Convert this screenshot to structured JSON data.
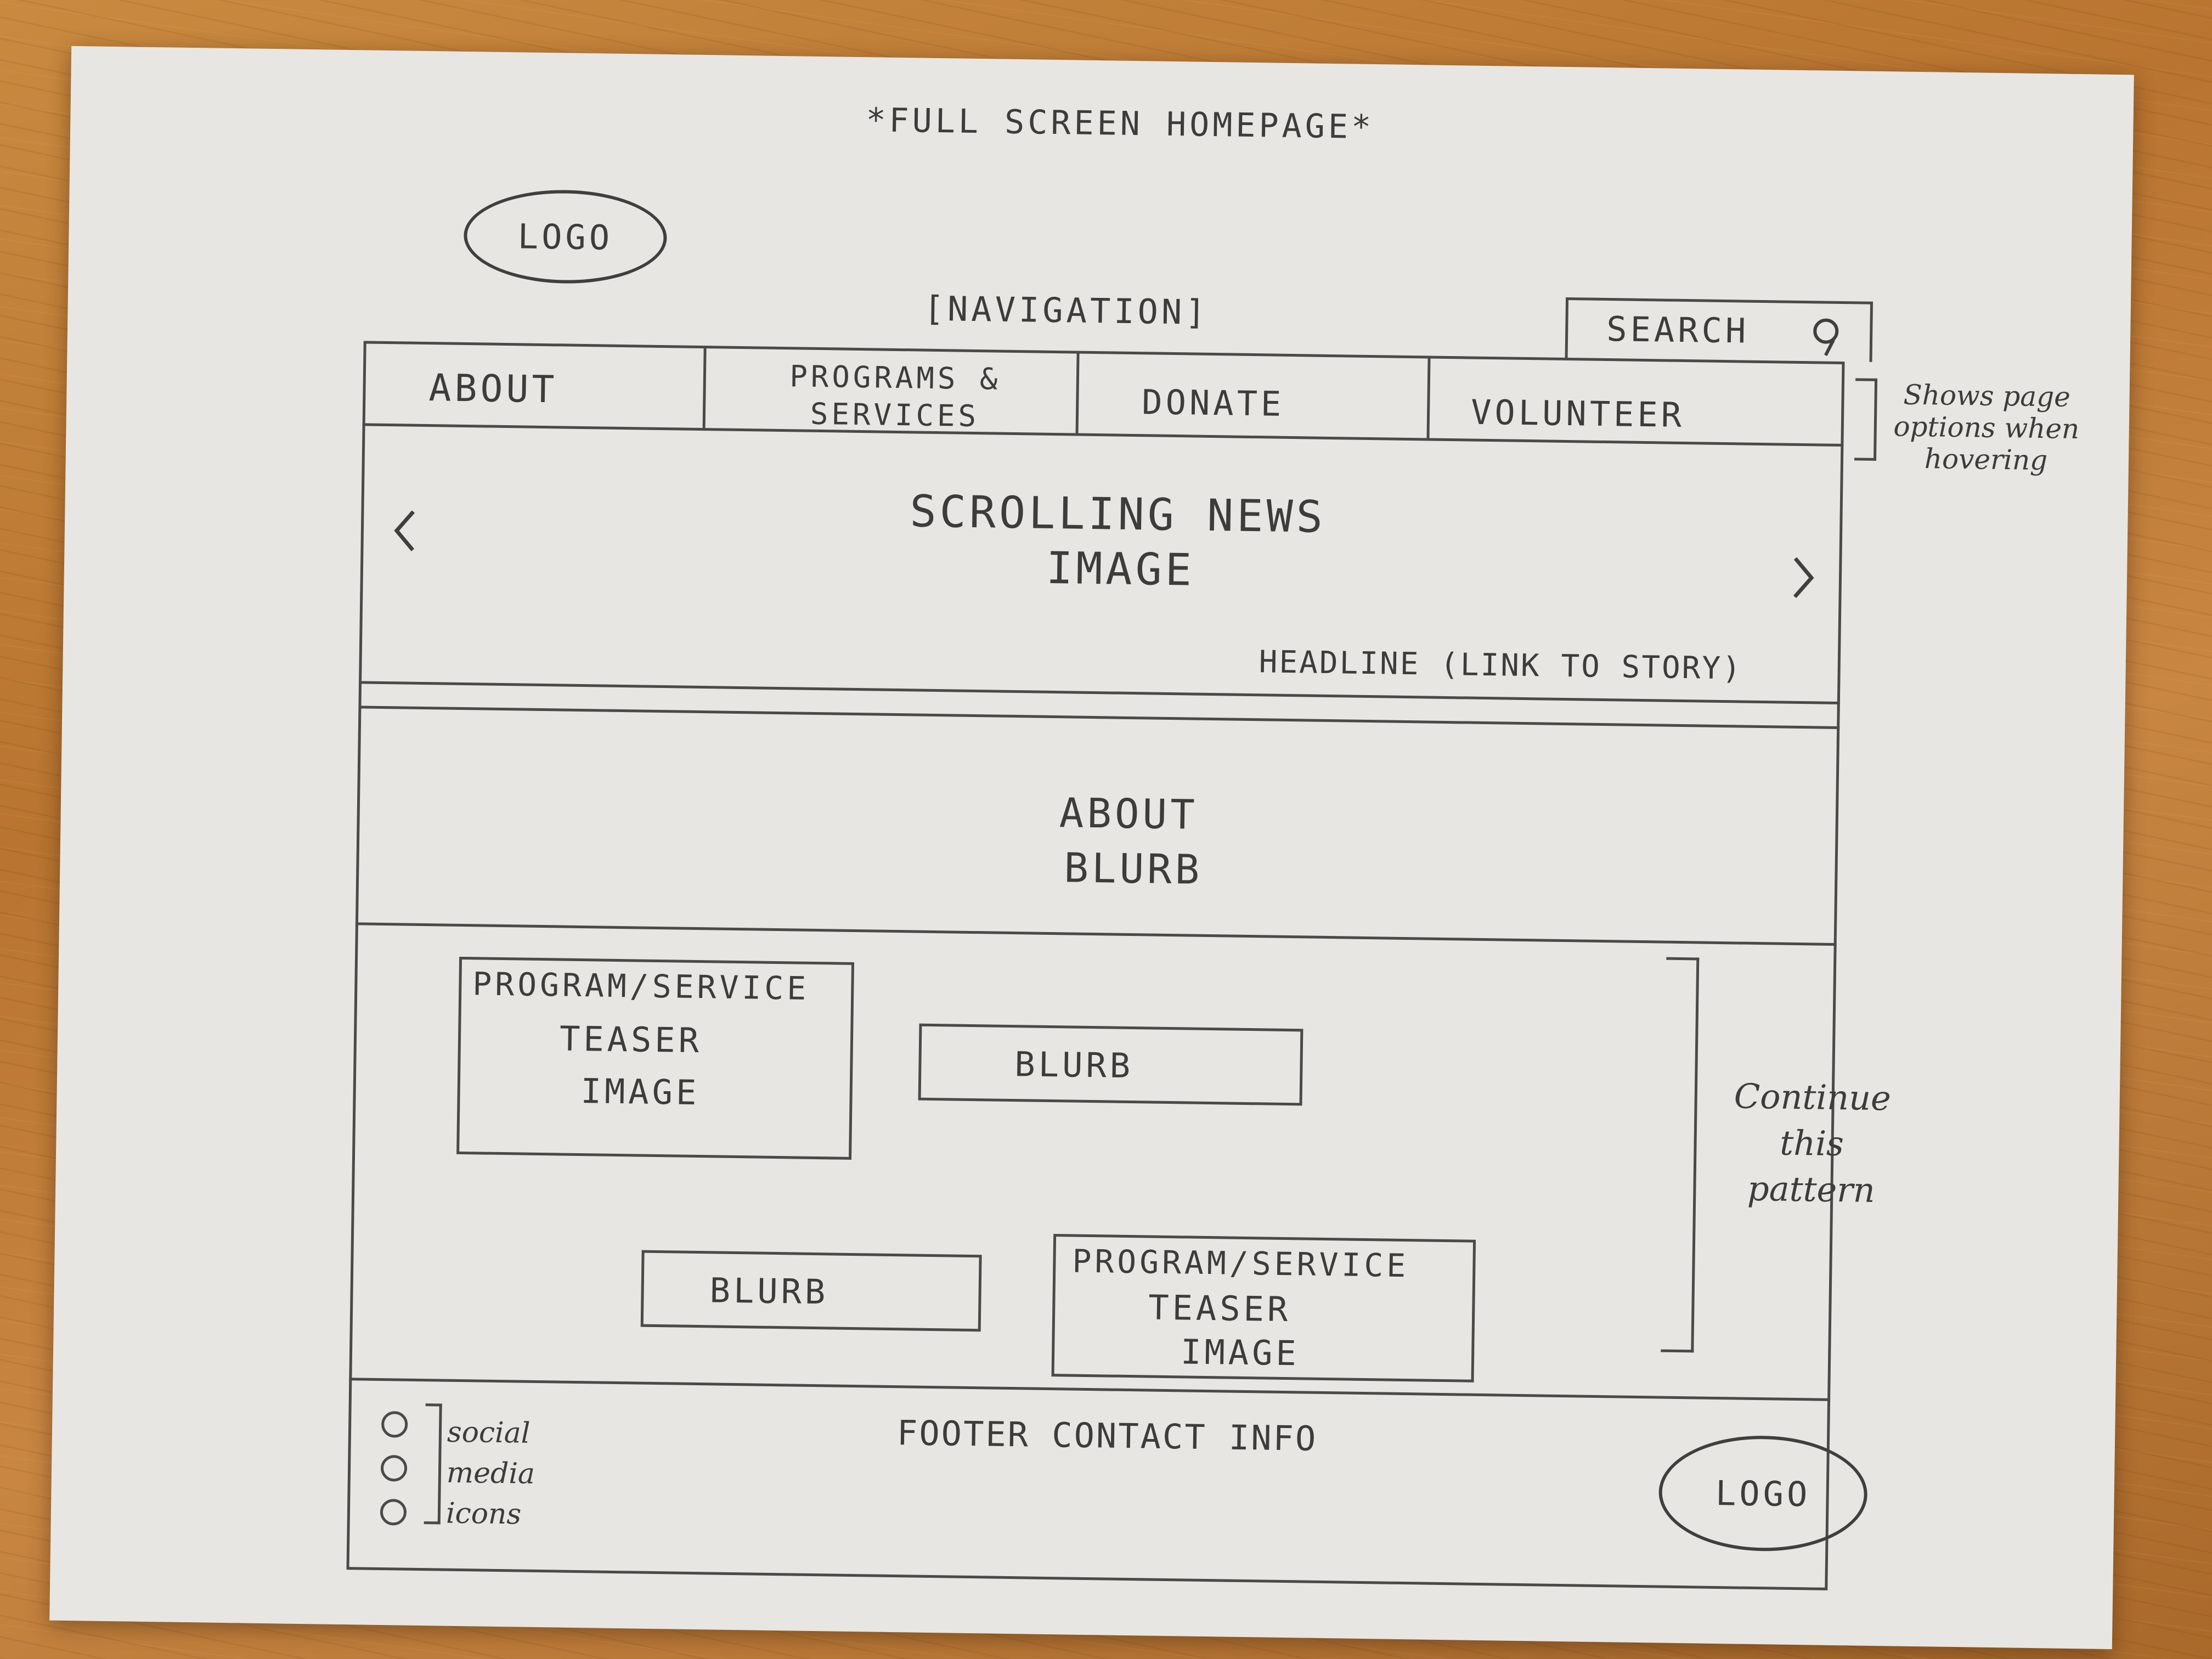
{
  "page_title": "*FULL SCREEN HOMEPAGE*",
  "header": {
    "logo": "LOGO",
    "navigation_label": "[NAVIGATION]",
    "search_label": "SEARCH",
    "search_icon": "magnifier-icon"
  },
  "nav": {
    "items": [
      "ABOUT",
      "PROGRAMS & SERVICES",
      "DONATE",
      "VOLUNTEER"
    ],
    "note": "Shows page options when hovering"
  },
  "hero": {
    "line1": "SCROLLING NEWS",
    "line2": "IMAGE",
    "headline": "HEADLINE (LINK TO STORY)",
    "prev_icon": "chevron-left-icon",
    "next_icon": "chevron-right-icon"
  },
  "about": {
    "line1": "ABOUT",
    "line2": "BLURB"
  },
  "programs": {
    "teaser_1": [
      "PROGRAM/SERVICE",
      "TEASER",
      "IMAGE"
    ],
    "blurb_1": "BLURB",
    "blurb_2": "BLURB",
    "teaser_2": [
      "PROGRAM/SERVICE",
      "TEASER",
      "IMAGE"
    ],
    "note": [
      "Continue",
      "this",
      "pattern"
    ]
  },
  "footer": {
    "contact": "FOOTER CONTACT INFO",
    "social_note": [
      "social",
      "media",
      "icons"
    ],
    "logo": "LOGO"
  }
}
